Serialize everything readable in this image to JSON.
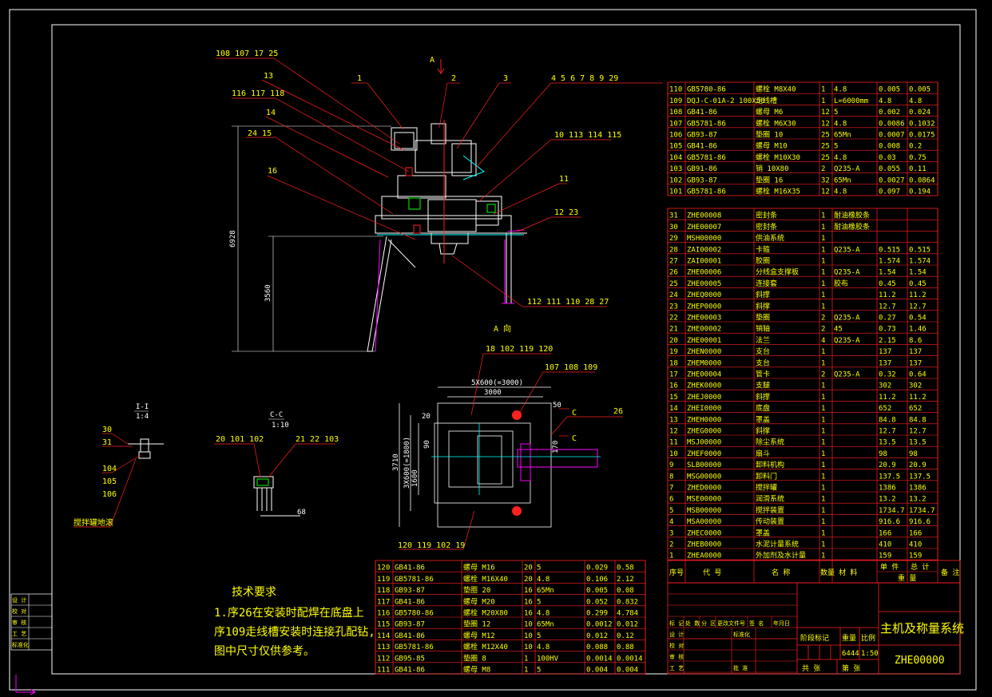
{
  "drawing": {
    "title": "主机及称量系统",
    "number": "ZHE00000",
    "weight": "6444",
    "scale": "1:50",
    "title_block_labels": {
      "stage_mark": "阶段标记",
      "weight_label": "重量",
      "scale_label": "比例",
      "total_sheets": "共  张",
      "sheet_no": "第  张"
    },
    "view_labels": {
      "view_a_arrow": "A",
      "view_a": "A 向",
      "section_c": "C-C",
      "section_c_scale": "1:10",
      "section_i": "I-I",
      "section_i_scale": "1:4",
      "mixer_grounding": "搅拌罐地滚",
      "c_mark": "C"
    },
    "dimensions": {
      "height_total": "6928",
      "height_lower": "3560",
      "width_outer": "5X600(=3000)",
      "width_inner": "3000",
      "side_total": "3710",
      "side_inner": "3X600(=1800)",
      "side_small": "1600",
      "dim_20": "20",
      "dim_50": "50",
      "dim_90": "90",
      "dim_170": "170",
      "dim_68": "68"
    },
    "callouts": {
      "top_left_a": "108 107 17  25",
      "top_13": "13",
      "top_left_b": "116 117 118",
      "top_14": "14",
      "top_left_c": "24  15",
      "top_16": "16",
      "top_1": "1",
      "top_2": "2",
      "top_3": "3",
      "top_right_a": "4   5   6   7   8   9   29",
      "top_right_b": "10  113  114  115",
      "top_11": "11",
      "top_right_c": "12  23",
      "bottom_main": "112  111  110  28  27",
      "plan_top_a": "18  102  119  120",
      "plan_top_b": "107  108  109",
      "plan_26": "26",
      "plan_bottom": "120  119  102  19",
      "c_section": "20  101  102",
      "c_section_b": "21  22  103",
      "i_30": "30",
      "i_31": "31",
      "i_104": "104",
      "i_105": "105",
      "i_106": "106"
    },
    "tech_requirements": {
      "heading": "技术要求",
      "lines": [
        "1.序26在安装时配焊在底盘上",
        "序109走线槽安装时连接孔配钻,",
        "图中尺寸仅供参考。"
      ]
    },
    "left_signature_labels": [
      "设 计",
      "校 对",
      "审 核",
      "工 艺",
      "标准化"
    ],
    "revision_labels": [
      "标 记",
      "处 数",
      "分 区",
      "更改文件号",
      "签 名",
      "年月日"
    ],
    "approval_labels": [
      "设 计",
      "校 对",
      "审 核",
      "工 艺",
      "标准化",
      "批 准"
    ],
    "approval_right_labels": [
      "标准化",
      "批 准"
    ],
    "header_labels": {
      "seq": "序号",
      "code": "代  号",
      "name": "名  称",
      "qty": "数量",
      "material": "材  料",
      "unit": "单 件",
      "total": "总 计",
      "weight": "重 量",
      "remark": "备 注"
    }
  },
  "bom_upper": [
    [
      "110",
      "GB5780-86",
      "螺栓 M8X40",
      "1",
      "4.8",
      "0.005",
      "0.005"
    ],
    [
      "109",
      "DQJ-C-01A-2 100X50",
      "走线槽",
      "1",
      "L=6000mm",
      "4.8",
      "4.8"
    ],
    [
      "108",
      "GB41-86",
      "螺母 M6",
      "12",
      "5",
      "0.002",
      "0.024"
    ],
    [
      "107",
      "GB5781-86",
      "螺栓 M6X30",
      "12",
      "4.8",
      "0.0086",
      "0.1032"
    ],
    [
      "106",
      "GB93-87",
      "垫圈 10",
      "25",
      "65Mn",
      "0.0007",
      "0.0175"
    ],
    [
      "105",
      "GB41-86",
      "螺母 M10",
      "25",
      "5",
      "0.008",
      "0.2"
    ],
    [
      "104",
      "GB5781-86",
      "螺栓 M10X30",
      "25",
      "4.8",
      "0.03",
      "0.75"
    ],
    [
      "103",
      "GB91-86",
      "销 10X80",
      "2",
      "Q235-A",
      "0.055",
      "0.11"
    ],
    [
      "102",
      "GB93-87",
      "垫圈 16",
      "32",
      "65Mn",
      "0.0027",
      "0.0864"
    ],
    [
      "101",
      "GB5781-86",
      "螺栓 M16X35",
      "12",
      "4.8",
      "0.097",
      "0.194"
    ]
  ],
  "bom_main": [
    [
      "31",
      "ZHE00008",
      "密封条",
      "1",
      "耐油橡胶条",
      "",
      ""
    ],
    [
      "30",
      "ZHE00007",
      "密封条",
      "1",
      "耐油橡胶条",
      "",
      ""
    ],
    [
      "29",
      "MSH00000",
      "供油系统",
      "1",
      "",
      "",
      ""
    ],
    [
      "28",
      "ZAI00002",
      "卡箍",
      "1",
      "Q235-A",
      "0.515",
      "0.515"
    ],
    [
      "27",
      "ZAI00001",
      "胶圈",
      "1",
      "",
      "1.574",
      "1.574"
    ],
    [
      "26",
      "ZHE00006",
      "分线盒支撑板",
      "1",
      "Q235-A",
      "1.54",
      "1.54"
    ],
    [
      "25",
      "ZHE00005",
      "连接套",
      "1",
      "胶布",
      "0.45",
      "0.45"
    ],
    [
      "24",
      "ZHEQ0000",
      "斜撑",
      "1",
      "",
      "11.2",
      "11.2"
    ],
    [
      "23",
      "ZHEP0000",
      "斜撑",
      "1",
      "",
      "12.7",
      "12.7"
    ],
    [
      "22",
      "ZHE00003",
      "垫圈",
      "2",
      "Q235-A",
      "0.27",
      "0.54"
    ],
    [
      "21",
      "ZHE00002",
      "销轴",
      "2",
      "45",
      "0.73",
      "1.46"
    ],
    [
      "20",
      "ZHE00001",
      "法兰",
      "4",
      "Q235-A",
      "2.15",
      "8.6"
    ],
    [
      "19",
      "ZHEN0000",
      "支台",
      "1",
      "",
      "137",
      "137"
    ],
    [
      "18",
      "ZHEM0000",
      "支台",
      "1",
      "",
      "137",
      "137"
    ],
    [
      "17",
      "ZHE00004",
      "管卡",
      "2",
      "Q235-A",
      "0.32",
      "0.64"
    ],
    [
      "16",
      "ZHEK0000",
      "支腿",
      "1",
      "",
      "302",
      "302"
    ],
    [
      "15",
      "ZHEJ0000",
      "斜撑",
      "1",
      "",
      "11.2",
      "11.2"
    ],
    [
      "14",
      "ZHEI0000",
      "底盘",
      "1",
      "",
      "652",
      "652"
    ],
    [
      "13",
      "ZHEH0000",
      "罩盖",
      "1",
      "",
      "84.8",
      "84.8"
    ],
    [
      "12",
      "ZHEG0000",
      "斜撑",
      "1",
      "",
      "12.7",
      "12.7"
    ],
    [
      "11",
      "MSJ00000",
      "除尘系统",
      "1",
      "",
      "13.5",
      "13.5"
    ],
    [
      "10",
      "ZHEF0000",
      "扇斗",
      "1",
      "",
      "98",
      "98"
    ],
    [
      "9",
      "SLB00000",
      "卸料机构",
      "1",
      "",
      "20.9",
      "20.9"
    ],
    [
      "8",
      "MSG00000",
      "卸料门",
      "1",
      "",
      "137.5",
      "137.5"
    ],
    [
      "7",
      "ZHED0000",
      "搅拌罐",
      "1",
      "",
      "1386",
      "1386"
    ],
    [
      "6",
      "MSE00000",
      "润滑系统",
      "1",
      "",
      "13.2",
      "13.2"
    ],
    [
      "5",
      "MSB00000",
      "搅拌装置",
      "1",
      "",
      "1734.7",
      "1734.7"
    ],
    [
      "4",
      "MSA00000",
      "传动装置",
      "1",
      "",
      "916.6",
      "916.6"
    ],
    [
      "3",
      "ZHEC0000",
      "罩盖",
      "1",
      "",
      "166",
      "166"
    ],
    [
      "2",
      "ZHEB0000",
      "水泥计量系统",
      "1",
      "",
      "410",
      "410"
    ],
    [
      "1",
      "ZHEA0000",
      "外加剂及水计量",
      "1",
      "",
      "159",
      "159"
    ]
  ],
  "bom_lower": [
    [
      "120",
      "GB41-86",
      "螺母 M16",
      "20",
      "5",
      "0.029",
      "0.58"
    ],
    [
      "119",
      "GB5781-86",
      "螺栓 M16X40",
      "20",
      "4.8",
      "0.106",
      "2.12"
    ],
    [
      "118",
      "GB93-87",
      "垫圈 20",
      "16",
      "65Mn",
      "0.005",
      "0.08"
    ],
    [
      "117",
      "GB41-86",
      "螺母 M20",
      "16",
      "5",
      "0.052",
      "0.832"
    ],
    [
      "116",
      "GB5780-86",
      "螺栓 M20X80",
      "16",
      "4.8",
      "0.299",
      "4.784"
    ],
    [
      "115",
      "GB93-87",
      "垫圈 12",
      "10",
      "65Mn",
      "0.0012",
      "0.012"
    ],
    [
      "114",
      "GB41-86",
      "螺母 M12",
      "10",
      "5",
      "0.012",
      "0.12"
    ],
    [
      "113",
      "GB5781-86",
      "螺栓 M12X40",
      "10",
      "4.8",
      "0.088",
      "0.88"
    ],
    [
      "112",
      "GB95-85",
      "垫圈 8",
      "1",
      "100HV",
      "0.0014",
      "0.0014"
    ],
    [
      "111",
      "GB41-86",
      "螺母 M8",
      "1",
      "5",
      "0.004",
      "0.004"
    ]
  ],
  "colors": {
    "background": "#000000",
    "frame": "#ffffff",
    "table_lines": "#ff2020",
    "text": "#ffff00",
    "leaders": "#ff2020",
    "machine": "#ffffff",
    "accent_cyan": "#00ffff",
    "accent_magenta": "#ff00ff",
    "accent_green": "#00ff00"
  }
}
